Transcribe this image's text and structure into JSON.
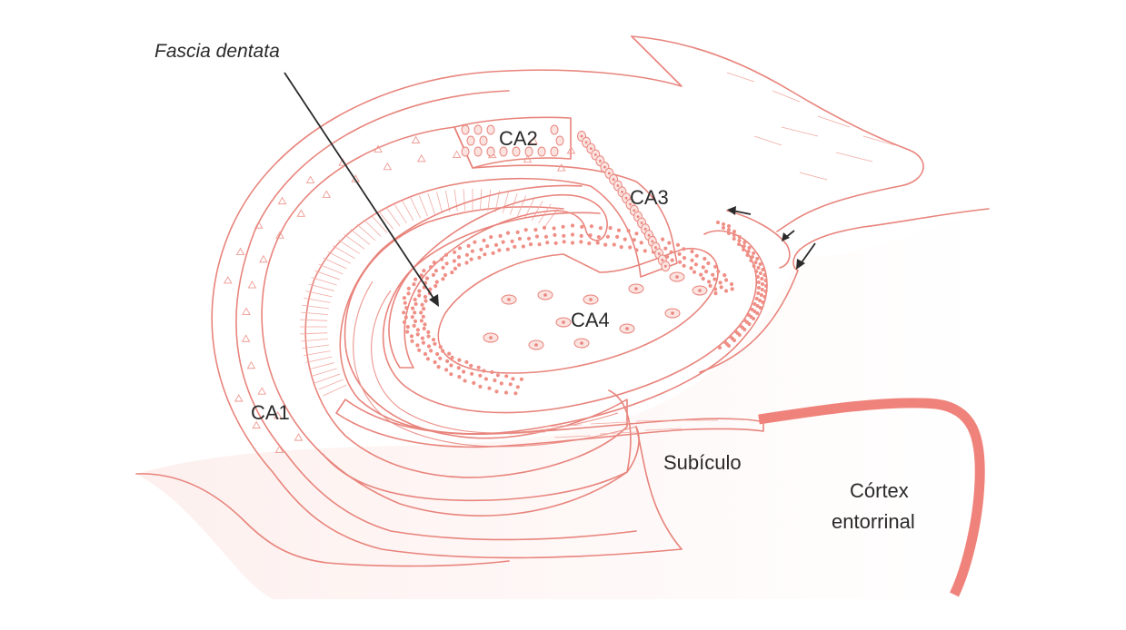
{
  "labels": {
    "fascia_dentata": "Fascia dentata",
    "ca1": "CA1",
    "ca2": "CA2",
    "ca3": "CA3",
    "ca4": "CA4",
    "subiculo": "Subículo",
    "cortex_line1": "Córtex",
    "cortex_line2": "entorrinal"
  },
  "colors": {
    "outline": "#e8847c",
    "fill_light": "#fdeeec",
    "fill_mid": "#f9d9d5",
    "cortex_band": "#ef837b",
    "text": "#2a2a2a"
  }
}
